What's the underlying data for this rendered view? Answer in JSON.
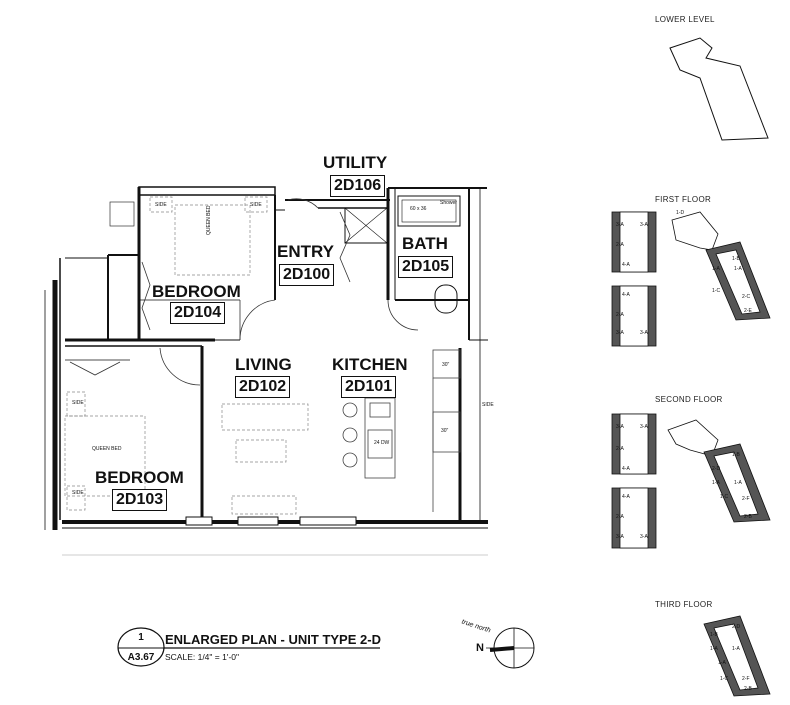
{
  "rooms": {
    "utility": {
      "name": "UTILITY",
      "number": "2D106"
    },
    "entry": {
      "name": "ENTRY",
      "number": "2D100"
    },
    "bath": {
      "name": "BATH",
      "number": "2D105"
    },
    "bedroom_top": {
      "name": "BEDROOM",
      "number": "2D104"
    },
    "living": {
      "name": "LIVING",
      "number": "2D102"
    },
    "kitchen": {
      "name": "KITCHEN",
      "number": "2D101"
    },
    "bedroom_bottom": {
      "name": "BEDROOM",
      "number": "2D103"
    }
  },
  "fixture_labels": {
    "queen_bed_top": "QUEEN BED",
    "queen_bed_bottom": "QUEEN BED",
    "side_1": "SIDE",
    "side_2": "SIDE",
    "side_3": "SIDE",
    "side_4": "SIDE",
    "side_5": "SIDE",
    "shower": "Shower",
    "shower_size": "60 x 36",
    "fridge": "30\"",
    "range": "30\"",
    "dishwasher": "24 DW"
  },
  "title_block": {
    "number": "1",
    "sheet": "A3.67",
    "title": "ENLARGED PLAN - UNIT TYPE 2-D",
    "scale": "SCALE: 1/4\" = 1'-0\""
  },
  "north_arrow": {
    "true_north": "true north",
    "label": "N"
  },
  "key_plans": {
    "lower": {
      "label": "LOWER LEVEL"
    },
    "first": {
      "label": "FIRST FLOOR",
      "unit_tags": [
        "3-A",
        "3-A",
        "2-A",
        "4-A",
        "4-A",
        "2-A",
        "3-A",
        "3-A",
        "1-D",
        "1-B",
        "1-A",
        "1-A",
        "1-C",
        "2-C",
        "2-E"
      ]
    },
    "second": {
      "label": "SECOND FLOOR",
      "unit_tags": [
        "3-A",
        "3-A",
        "2-A",
        "4-A",
        "4-A",
        "2-A",
        "3-A",
        "3-A",
        "1-B",
        "2-D",
        "1-A",
        "1-A",
        "1-C",
        "2-F",
        "2-B"
      ]
    },
    "third": {
      "label": "THIRD FLOOR",
      "unit_tags": [
        "2-D",
        "1-B",
        "1-A",
        "1-A",
        "1-A",
        "1-C",
        "2-F",
        "2-B"
      ]
    }
  }
}
